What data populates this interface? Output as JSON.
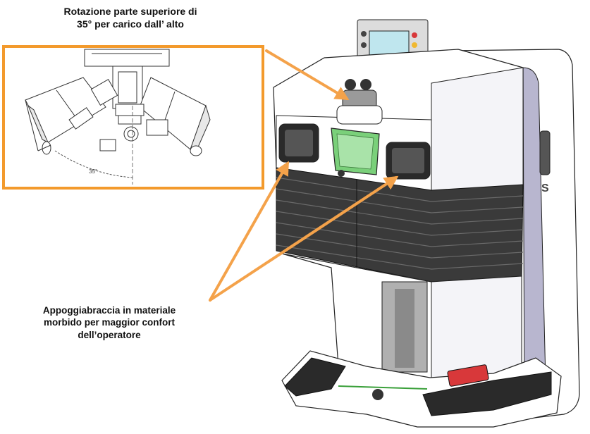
{
  "callouts": {
    "top": {
      "line1": "Rotazione parte superiore di",
      "line2": "35° per carico dall’ alto"
    },
    "bottom": {
      "line1": "Appoggiabraccia in materiale",
      "line2": "morbido per maggior confort",
      "line3": "dell’operatore"
    }
  },
  "inset": {
    "angle_label": "35°"
  },
  "colors": {
    "highlight_frame": "#f39a2c",
    "arrow": "#f4a24a",
    "window_green": "#7ad07a",
    "bellows": "#3a3a3a",
    "body_shading": "#b8b6cf",
    "pedal_red": "#d8383a",
    "screen_cyan": "#bfe6ee"
  }
}
